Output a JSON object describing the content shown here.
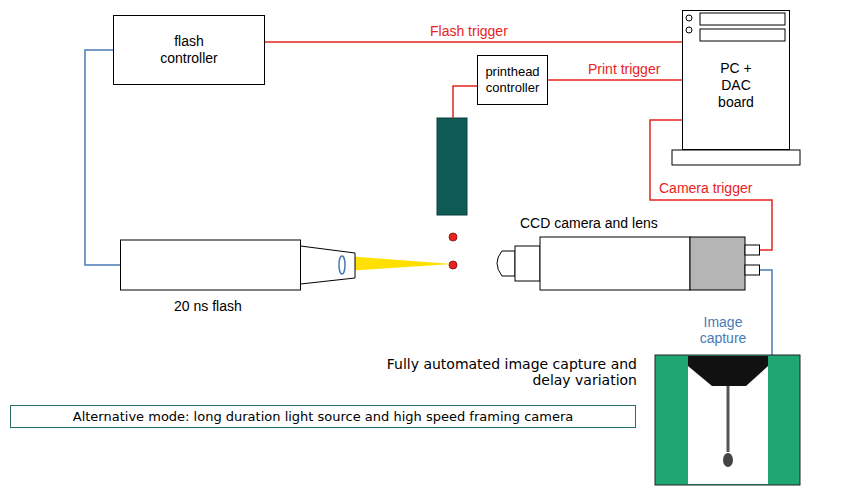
{
  "diagram": {
    "nodes": [
      {
        "text": [
          "flash controller"
        ]
      },
      {
        "text": [
          "printhead controller"
        ]
      },
      {
        "text": [
          "PC + DAC board"
        ]
      },
      {
        "text": [
          "20 ns flash"
        ]
      },
      {
        "text": [
          "CCD camera and lens"
        ]
      },
      {
        "text": [
          "Alternative mode: long duration light source and high speed framing camera"
        ]
      }
    ],
    "edges": [
      {
        "from": 0,
        "to": 2,
        "arrow": "none",
        "label": "Flash trigger"
      },
      {
        "from": 1,
        "to": 2,
        "arrow": "none",
        "label": "Print trigger"
      },
      {
        "from": 2,
        "to": 4,
        "arrow": "none",
        "label": "Camera trigger"
      },
      {
        "from": 0,
        "to": 3,
        "arrow": "none"
      }
    ],
    "labels": [
      "Image capture",
      "Fully automated image capture and delay variation"
    ]
  }
}
